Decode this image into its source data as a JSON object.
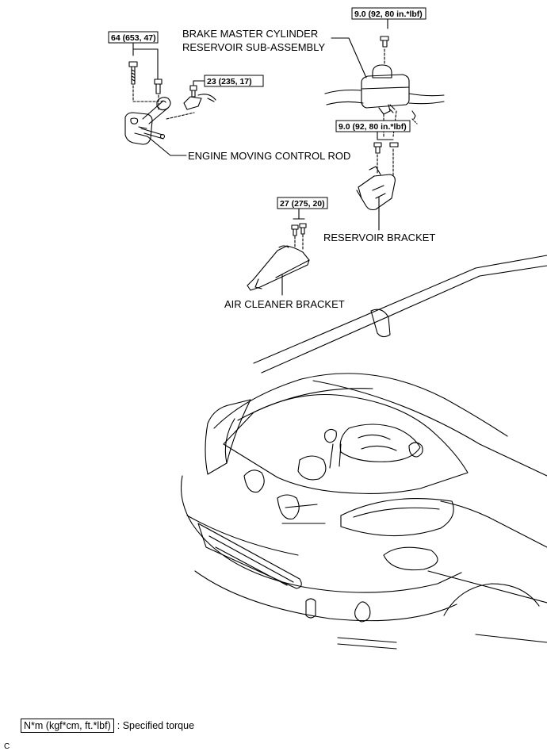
{
  "labels": {
    "brake_master_cylinder_1": "BRAKE MASTER CYLINDER",
    "brake_master_cylinder_2": "RESERVOIR SUB-ASSEMBLY",
    "engine_moving_control_rod": "ENGINE MOVING CONTROL ROD",
    "reservoir_bracket": "RESERVOIR BRACKET",
    "air_cleaner_bracket": "AIR CLEANER BRACKET"
  },
  "torques": {
    "rod_bolt": "64 (653, 47)",
    "rod_small": "23 (235, 17)",
    "reservoir_top": "9.0 (92, 80 in.*lbf)",
    "reservoir_bracket": "9.0 (92, 80 in.*lbf)",
    "air_cleaner": "27 (275, 20)"
  },
  "legend": {
    "unit": "N*m (kgf*cm, ft.*lbf)",
    "text": ": Specified torque"
  },
  "figure_code": "C"
}
